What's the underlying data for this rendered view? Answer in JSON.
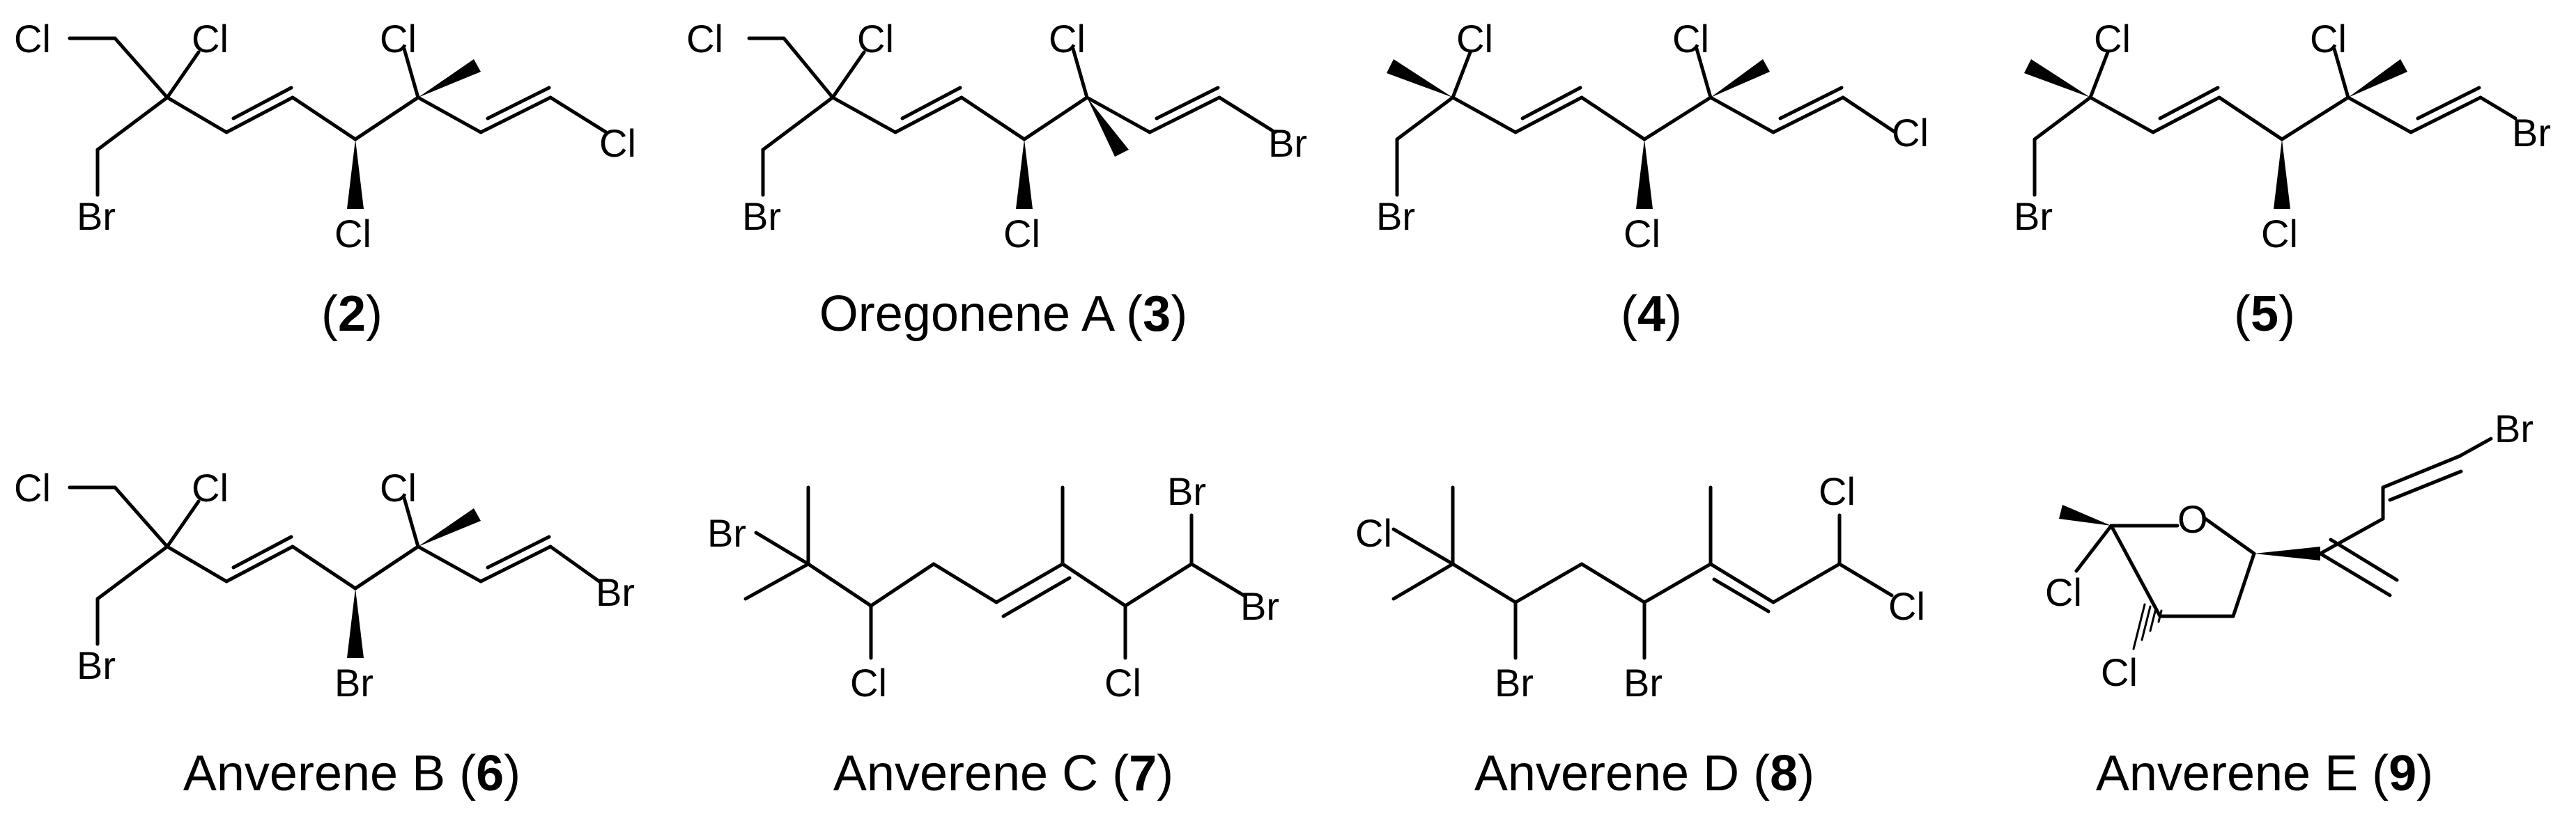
{
  "compounds": [
    {
      "name": "",
      "number": "2",
      "atoms": {
        "cl1": "Cl",
        "cl2": "Cl",
        "br1": "Br",
        "cl3": "Cl",
        "cl4": "Cl",
        "cl5": "Cl"
      }
    },
    {
      "name": "Oregonene A",
      "number": "3",
      "atoms": {
        "cl1": "Cl",
        "cl2": "Cl",
        "br1": "Br",
        "cl3": "Cl",
        "cl4": "Cl",
        "br2": "Br"
      }
    },
    {
      "name": "",
      "number": "4",
      "atoms": {
        "cl1": "Cl",
        "br1": "Br",
        "cl3": "Cl",
        "cl4": "Cl",
        "cl5": "Cl"
      }
    },
    {
      "name": "",
      "number": "5",
      "atoms": {
        "cl1": "Cl",
        "br1": "Br",
        "cl3": "Cl",
        "cl4": "Cl",
        "br2": "Br"
      }
    },
    {
      "name": "Anverene B",
      "number": "6",
      "atoms": {
        "cl1": "Cl",
        "cl2": "Cl",
        "br1": "Br",
        "cl3": "Cl",
        "br3": "Br",
        "br2": "Br"
      }
    },
    {
      "name": "Anverene C",
      "number": "7",
      "atoms": {
        "br1": "Br",
        "cl1": "Cl",
        "cl2": "Cl",
        "br2": "Br",
        "br3": "Br"
      }
    },
    {
      "name": "Anverene D",
      "number": "8",
      "atoms": {
        "cl1": "Cl",
        "br1": "Br",
        "br2": "Br",
        "cl2": "Cl",
        "cl3": "Cl"
      }
    },
    {
      "name": "Anverene E",
      "number": "9",
      "atoms": {
        "cl1": "Cl",
        "cl2": "Cl",
        "o1": "O",
        "br1": "Br"
      }
    }
  ],
  "colors": {
    "ink": "#000000",
    "background": "#ffffff"
  }
}
